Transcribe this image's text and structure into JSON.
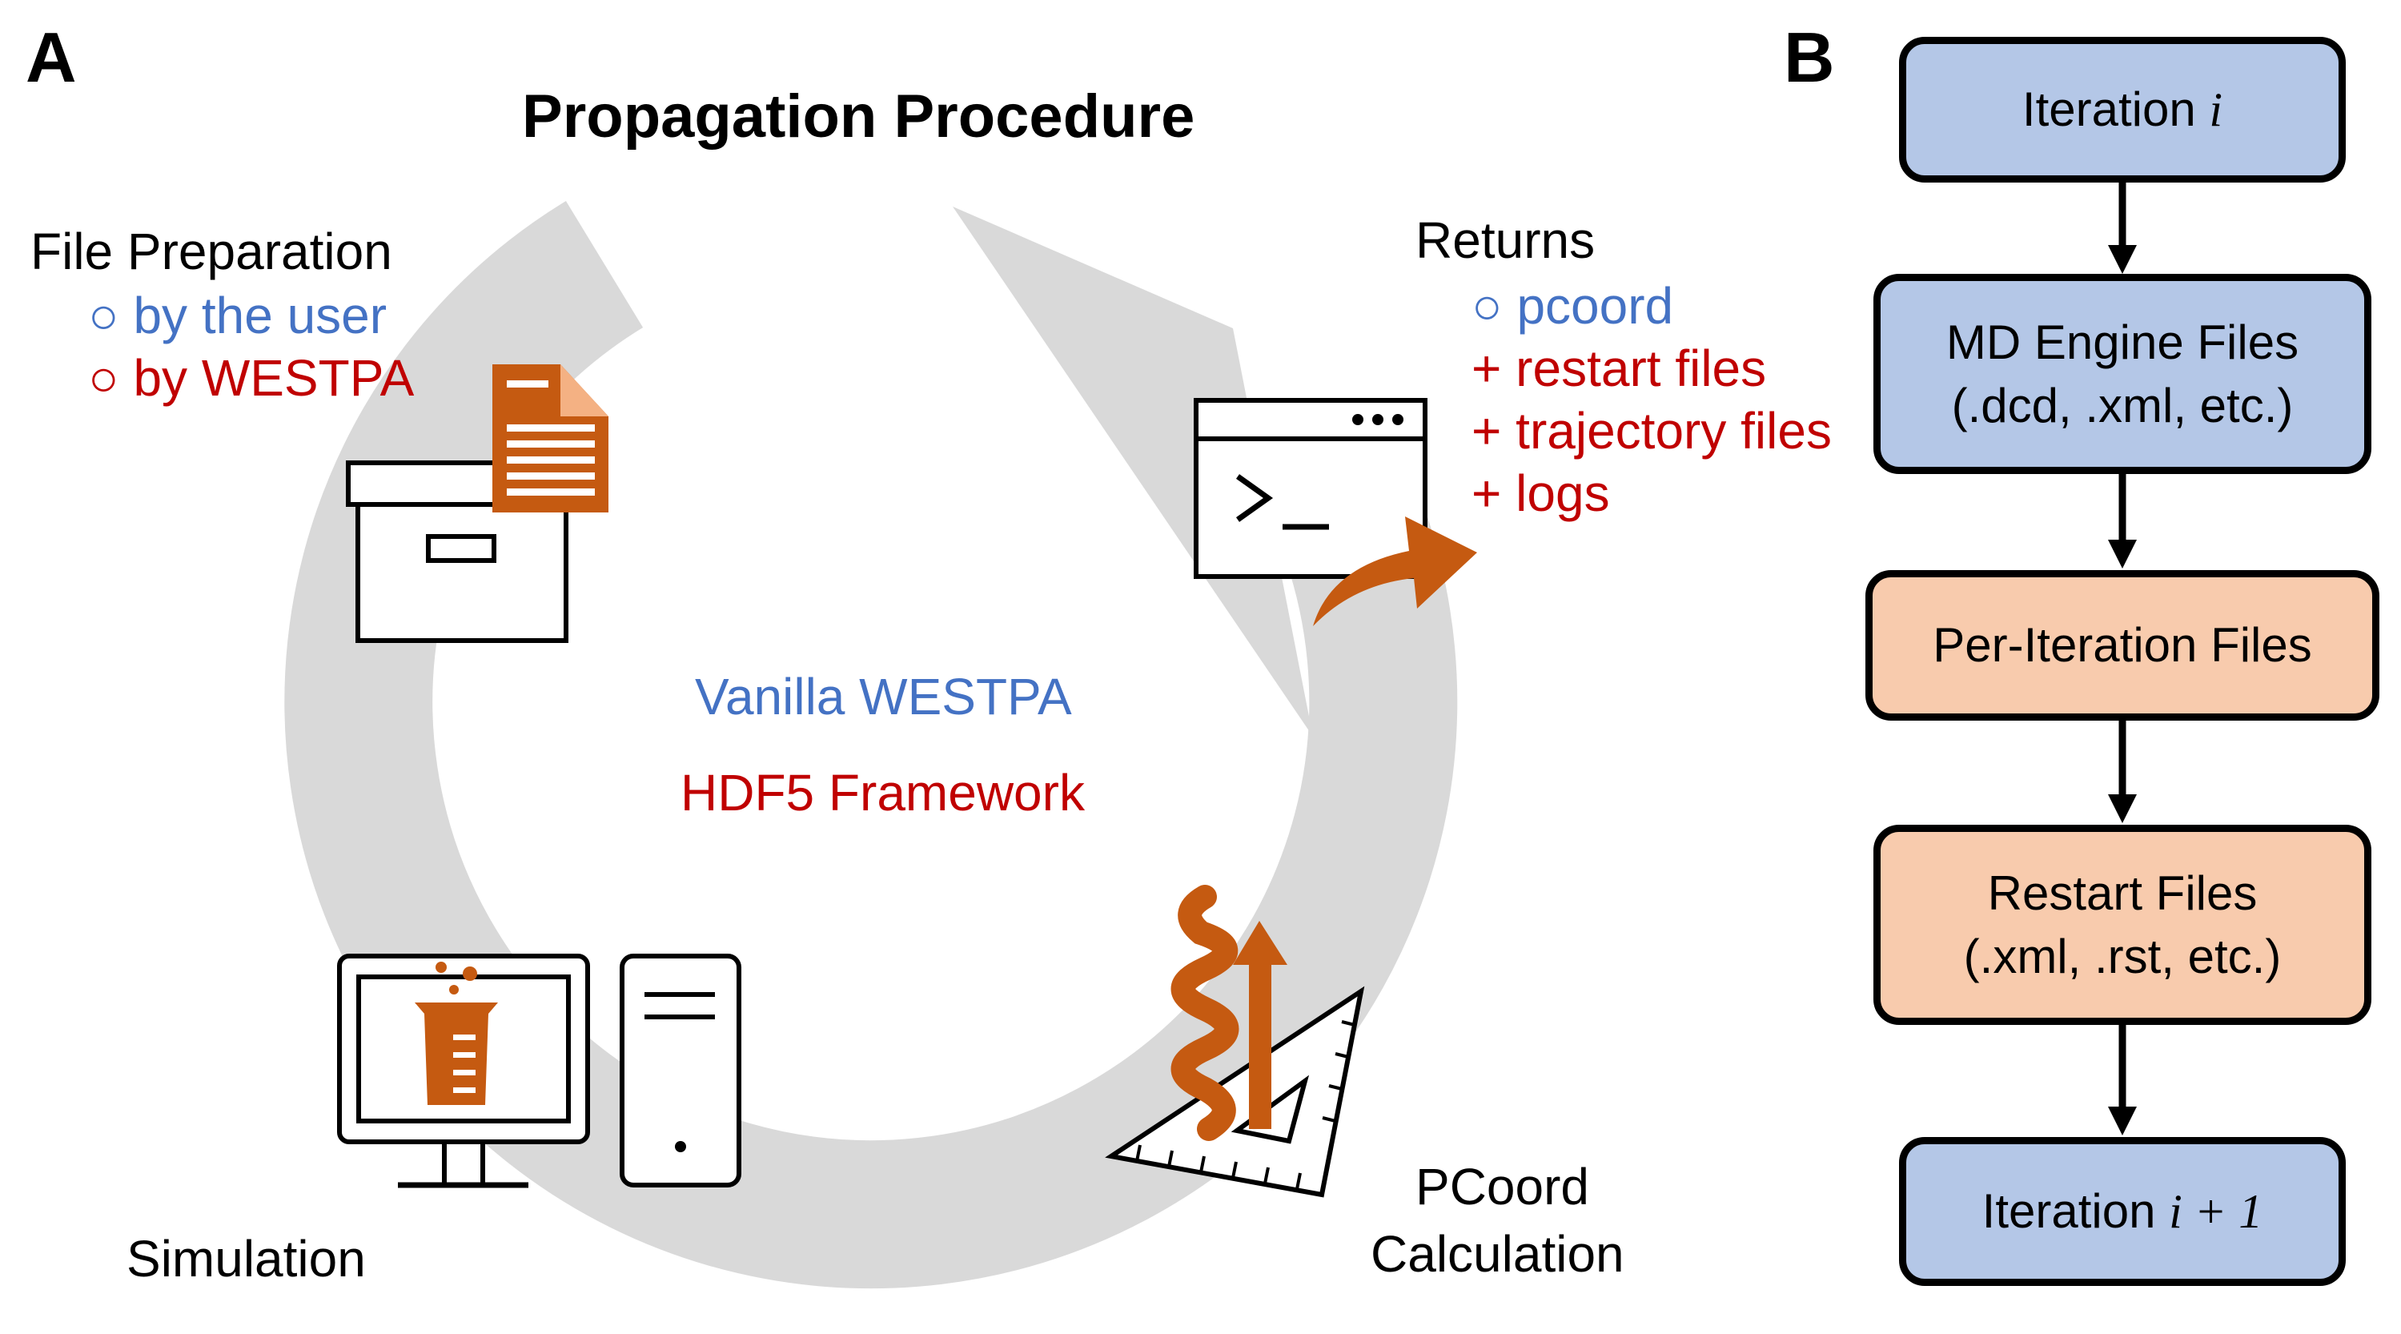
{
  "panel_a": {
    "letter": "A",
    "title": "Propagation Procedure",
    "file_preparation": {
      "heading": "File Preparation",
      "items": [
        "○ by the user",
        "○ by WESTPA"
      ],
      "item_colors": [
        "#4472c4",
        "#c00000"
      ]
    },
    "returns": {
      "heading": "Returns",
      "items": [
        "○ pcoord",
        "+ restart files",
        "+ trajectory files",
        "+ logs"
      ],
      "item_colors": [
        "#4472c4",
        "#c00000",
        "#c00000",
        "#c00000"
      ]
    },
    "center": {
      "line1": "Vanilla WESTPA",
      "line2": "HDF5 Framework"
    },
    "simulation_label": "Simulation",
    "pcoord_label_line1": "PCoord",
    "pcoord_label_line2": "Calculation",
    "icons": [
      "storage-box-icon",
      "document-icon",
      "terminal-window-icon",
      "curved-arrow-icon",
      "monitor-icon",
      "beaker-icon",
      "computer-tower-icon",
      "protein-helix-icon",
      "set-square-icon",
      "cycle-arrow-icon"
    ]
  },
  "panel_b": {
    "letter": "B",
    "boxes": [
      {
        "text": "Iteration ",
        "math": "i"
      },
      {
        "line1": "MD Engine Files",
        "line2": "(.dcd, .xml, etc.)"
      },
      {
        "text": "Per-Iteration Files"
      },
      {
        "line1": "Restart Files",
        "line2": "(.xml, .rst, etc.)"
      },
      {
        "text": "Iteration ",
        "math": "i + 1"
      }
    ]
  },
  "colors": {
    "accent_blue": "#4472c4",
    "accent_red": "#c00000",
    "icon_orange": "#c55a11",
    "cycle_gray": "#d9d9d9",
    "box_blue": "#b4c7e7",
    "box_orange": "#f8cbad"
  }
}
